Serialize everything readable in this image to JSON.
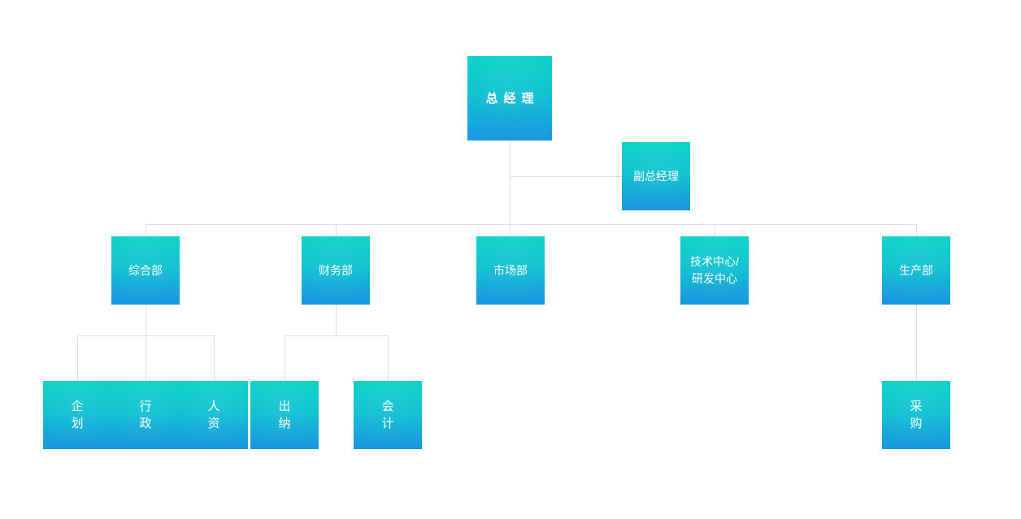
{
  "page": {
    "background_color": "#ffffff"
  },
  "org_chart": {
    "type": "organization-chart",
    "colors": {
      "node_gradient_top": "#0dd5c7",
      "node_gradient_bottom": "#1b95e1",
      "node_text": "#ffffff",
      "connector": "#dedede"
    },
    "nodes": {
      "general_manager": "总经理",
      "deputy_general_manager": "副总经理",
      "general_affairs_dept": "综合部",
      "finance_dept": "财务部",
      "marketing_dept": "市场部",
      "tech_rd_center": "技术中心/\n研发中心",
      "production_dept": "生产部",
      "planning": "企\n划",
      "administration": "行\n政",
      "human_resources": "人\n资",
      "cashier": "出\n纳",
      "accounting": "会\n计",
      "procurement": "采\n购"
    },
    "edges": [
      {
        "from": "general_manager",
        "to": "deputy_general_manager",
        "type": "assistant"
      },
      {
        "from": "general_manager",
        "to": "general_affairs_dept",
        "type": "child"
      },
      {
        "from": "general_manager",
        "to": "finance_dept",
        "type": "child"
      },
      {
        "from": "general_manager",
        "to": "marketing_dept",
        "type": "child"
      },
      {
        "from": "general_manager",
        "to": "tech_rd_center",
        "type": "child"
      },
      {
        "from": "general_manager",
        "to": "production_dept",
        "type": "child"
      },
      {
        "from": "general_affairs_dept",
        "to": "planning",
        "type": "child"
      },
      {
        "from": "general_affairs_dept",
        "to": "administration",
        "type": "child"
      },
      {
        "from": "general_affairs_dept",
        "to": "human_resources",
        "type": "child"
      },
      {
        "from": "finance_dept",
        "to": "cashier",
        "type": "child"
      },
      {
        "from": "finance_dept",
        "to": "accounting",
        "type": "child"
      },
      {
        "from": "production_dept",
        "to": "procurement",
        "type": "child"
      }
    ]
  }
}
